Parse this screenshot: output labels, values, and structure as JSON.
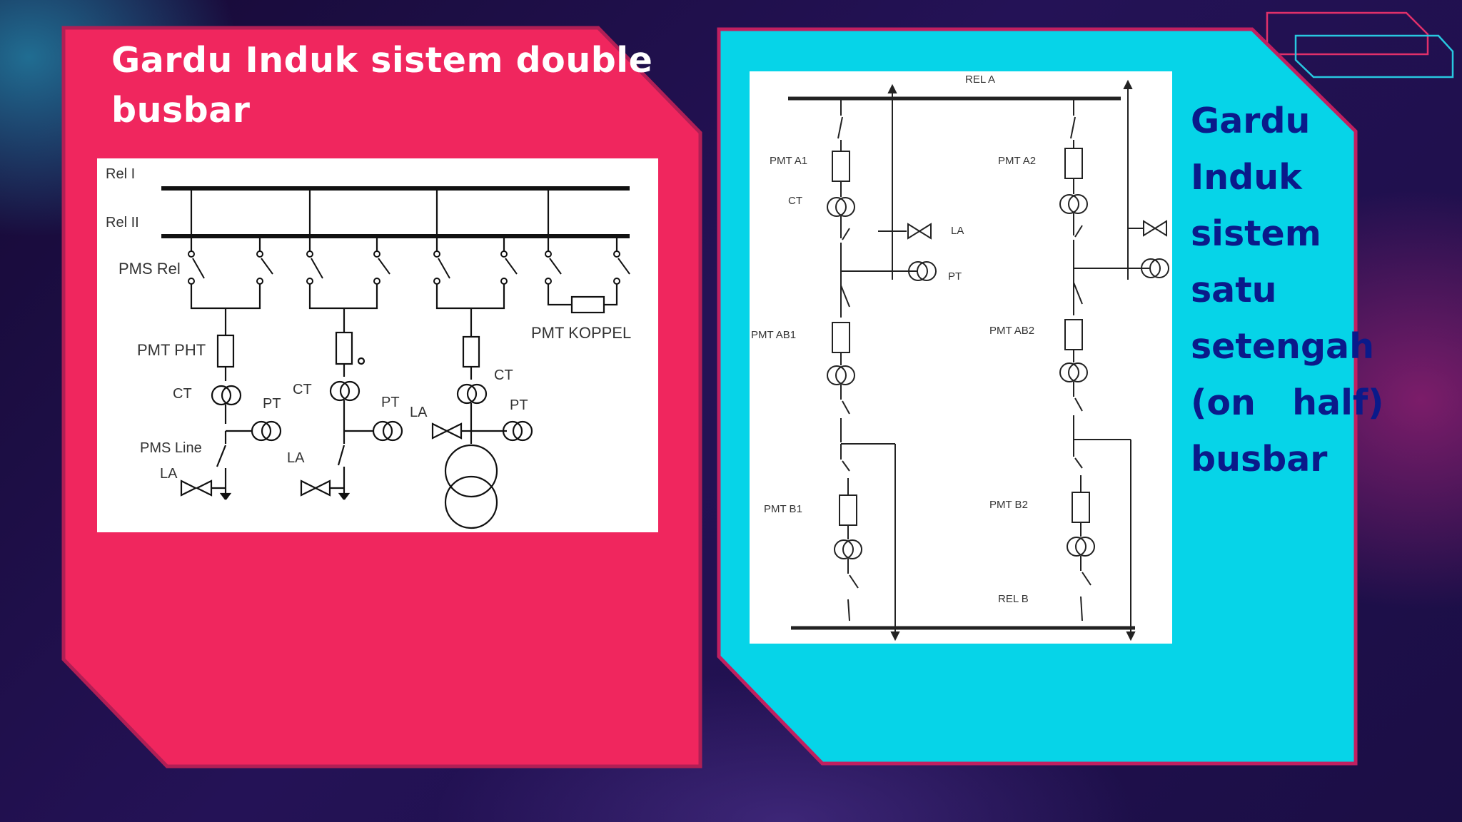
{
  "slide": {
    "colors": {
      "left_panel": "#f0265e",
      "right_panel": "#06d4e8",
      "title_text": "#ffffff",
      "side_title_text": "#0a1a8a"
    }
  },
  "left": {
    "title_lines": [
      "Gardu Induk sistem double",
      "busbar"
    ],
    "diagram": {
      "rel1": "Rel I",
      "rel2": "Rel II",
      "pms_rel": "PMS Rel",
      "pmt_pht": "PMT PHT",
      "pmt_koppel": "PMT KOPPEL",
      "ct": "CT",
      "pt": "PT",
      "la": "LA",
      "pms_line": "PMS Line"
    }
  },
  "right": {
    "title_lines": [
      "Gardu",
      "Induk",
      "sistem",
      "satu",
      "setengah",
      "(on   half)",
      "busbar"
    ],
    "diagram": {
      "rel_a": "REL A",
      "rel_b": "REL B",
      "pmt_a1": "PMT A1",
      "pmt_a2": "PMT A2",
      "pmt_ab1": "PMT AB1",
      "pmt_ab2": "PMT AB2",
      "pmt_b1": "PMT B1",
      "pmt_b2": "PMT B2",
      "ct": "CT",
      "la": "LA",
      "pt": "PT"
    }
  }
}
